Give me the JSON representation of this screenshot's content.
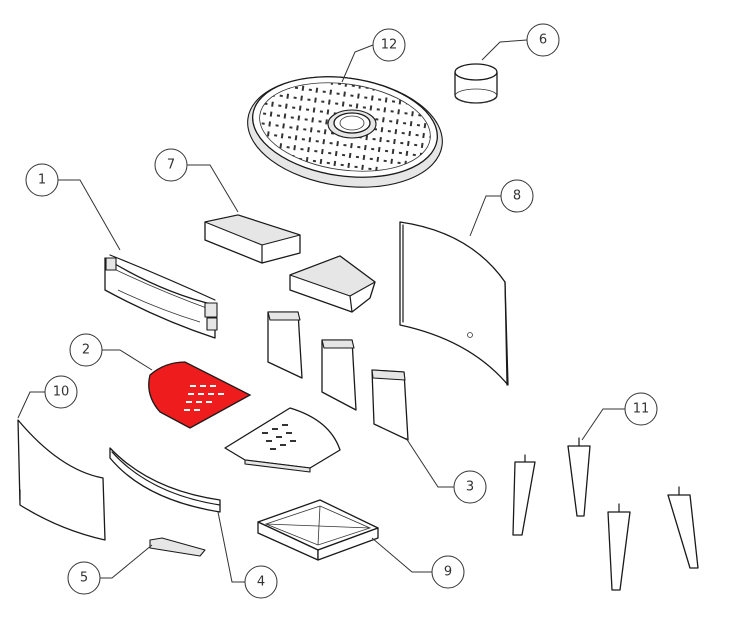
{
  "diagram": {
    "kind": "exploded-parts-view",
    "highlight_color": "#ee1c1c",
    "callouts": [
      {
        "id": "callout-1",
        "label": "1"
      },
      {
        "id": "callout-2",
        "label": "2"
      },
      {
        "id": "callout-3",
        "label": "3"
      },
      {
        "id": "callout-4",
        "label": "4"
      },
      {
        "id": "callout-5",
        "label": "5"
      },
      {
        "id": "callout-6",
        "label": "6"
      },
      {
        "id": "callout-7",
        "label": "7"
      },
      {
        "id": "callout-8",
        "label": "8"
      },
      {
        "id": "callout-9",
        "label": "9"
      },
      {
        "id": "callout-10",
        "label": "10"
      },
      {
        "id": "callout-11",
        "label": "11"
      },
      {
        "id": "callout-12",
        "label": "12"
      }
    ]
  }
}
